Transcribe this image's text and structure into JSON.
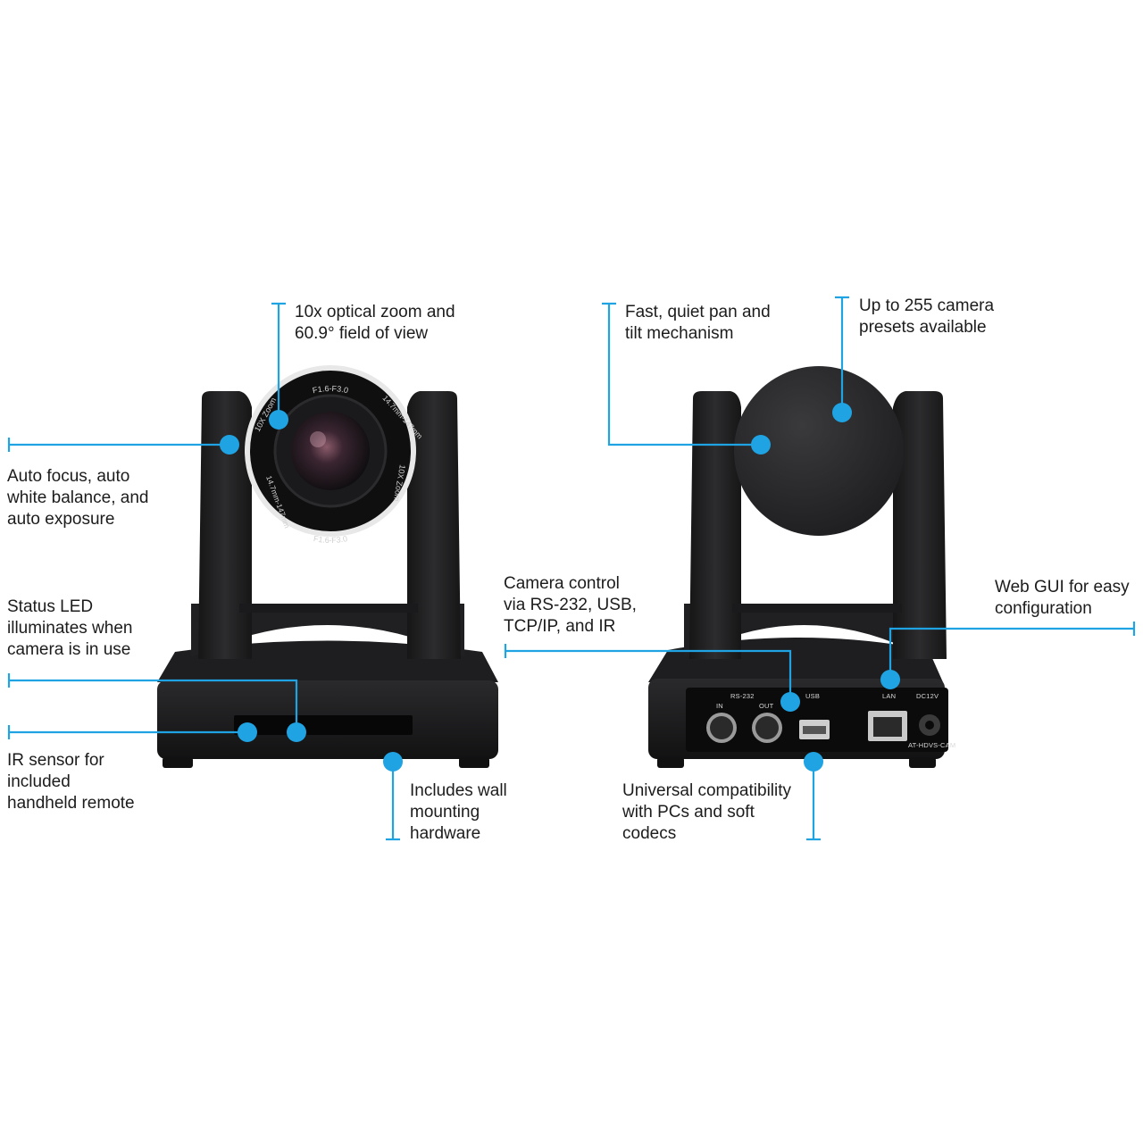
{
  "colors": {
    "accent": "#1fa3e3",
    "camera_body": "#1b1b1d",
    "camera_dark": "#0c0c0d"
  },
  "callouts": {
    "zoom": {
      "lines": [
        "10x optical zoom and",
        "60.9° field of view"
      ]
    },
    "autofocus": {
      "lines": [
        "Auto focus, auto",
        "white balance, and",
        "auto exposure"
      ]
    },
    "status_led": {
      "lines": [
        "Status LED",
        "illuminates when",
        "camera is in use"
      ]
    },
    "ir_sensor": {
      "lines": [
        "IR sensor for",
        "included",
        "handheld remote"
      ]
    },
    "wall_mount": {
      "lines": [
        "Includes wall",
        "mounting",
        "hardware"
      ]
    },
    "pan_tilt": {
      "lines": [
        "Fast, quiet pan and",
        "tilt mechanism"
      ]
    },
    "presets": {
      "lines": [
        "Up to 255 camera",
        "presets available"
      ]
    },
    "control": {
      "lines": [
        "Camera control",
        "via RS-232, USB,",
        "TCP/IP, and IR"
      ]
    },
    "web_gui": {
      "lines": [
        "Web GUI for easy",
        "configuration"
      ]
    },
    "compat": {
      "lines": [
        "Universal compatibility",
        "with PCs and soft",
        "codecs"
      ]
    }
  },
  "lens": {
    "top_text": "F1.6-F3.0",
    "bottom_text": "F1.6-F3.0",
    "right_text": "14.7mm-147mm",
    "left_text": "14.7mm-147mm",
    "zoom_text_a": "10X Zoom",
    "zoom_text_b": "10X Zoom"
  },
  "rear_panel": {
    "rs232": "RS-232",
    "in": "IN",
    "out": "OUT",
    "usb": "USB",
    "lan": "LAN",
    "dc": "DC12V",
    "model": "AT-HDVS-CAM"
  }
}
